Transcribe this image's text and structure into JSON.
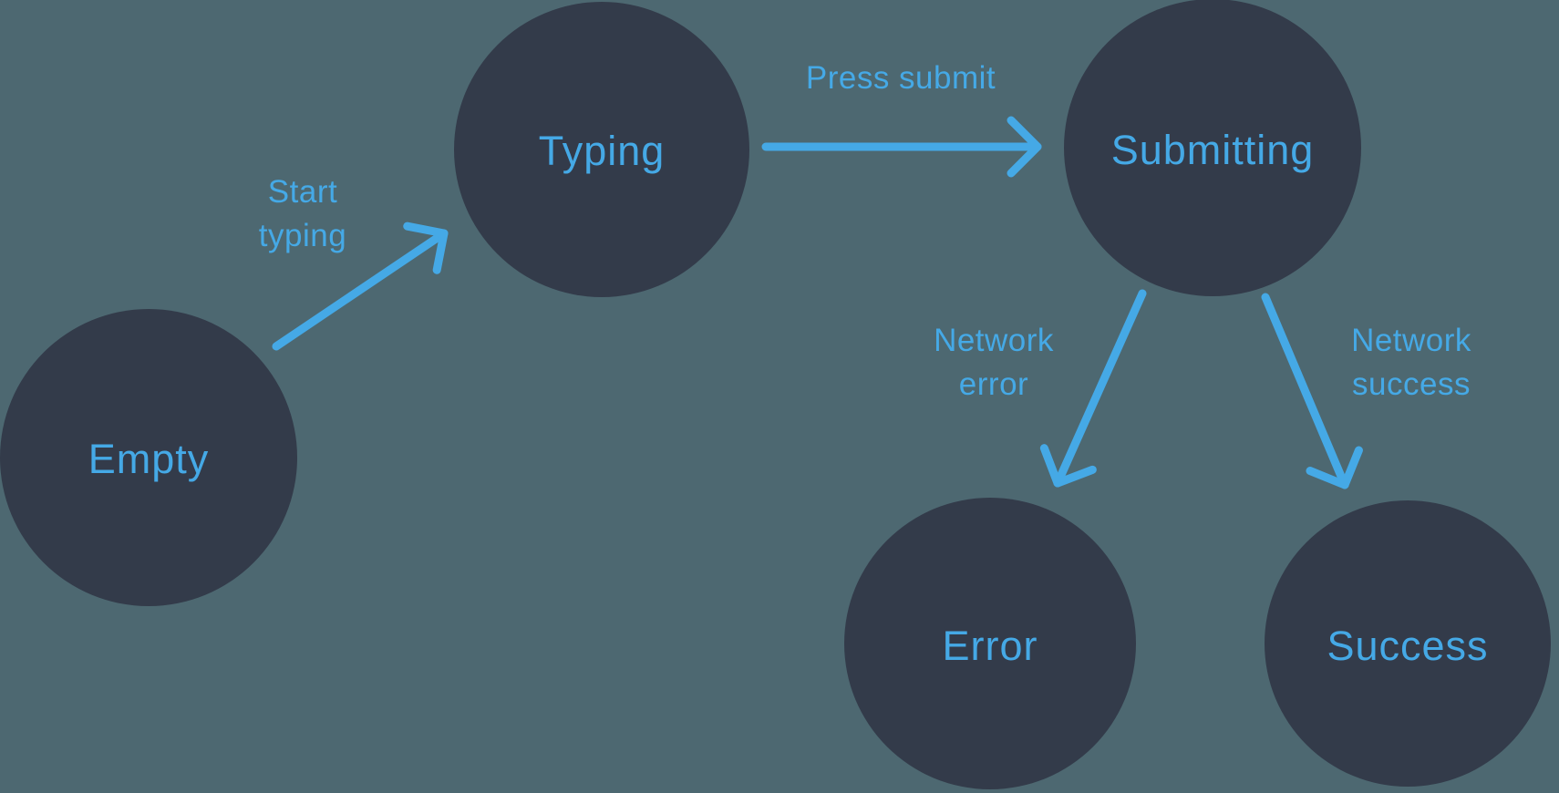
{
  "diagram": {
    "kind": "state-machine",
    "colors": {
      "background": "#4D6871",
      "node": "#333B4A",
      "accent": "#45A9E6"
    },
    "nodes": [
      {
        "id": "empty",
        "label": "Empty"
      },
      {
        "id": "typing",
        "label": "Typing"
      },
      {
        "id": "submitting",
        "label": "Submitting"
      },
      {
        "id": "error",
        "label": "Error"
      },
      {
        "id": "success",
        "label": "Success"
      }
    ],
    "edges": [
      {
        "from": "Empty",
        "to": "Typing",
        "label": "Start typing",
        "lines": [
          "Start",
          "typing"
        ]
      },
      {
        "from": "Typing",
        "to": "Submitting",
        "label": "Press submit",
        "lines": [
          "Press submit"
        ]
      },
      {
        "from": "Submitting",
        "to": "Error",
        "label": "Network error",
        "lines": [
          "Network",
          "error"
        ]
      },
      {
        "from": "Submitting",
        "to": "Success",
        "label": "Network success",
        "lines": [
          "Network",
          "success"
        ]
      }
    ]
  }
}
